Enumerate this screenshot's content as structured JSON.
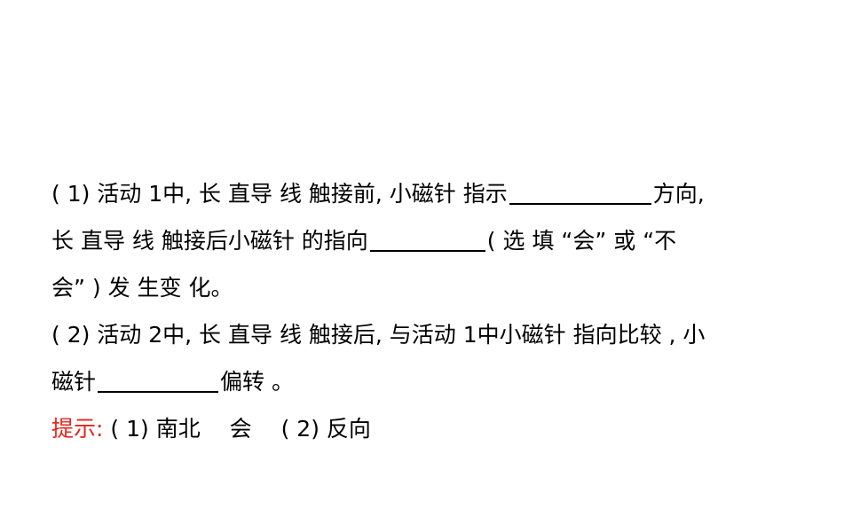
{
  "question1": {
    "line1_pre": "( 1) 活动 1中, 长 直导 线 触接前, 小磁针 指示",
    "line1_post": "方向,",
    "line2_pre": "长 直导 线 触接后小磁针 的指向",
    "line2_post": "( 选 填 “会” 或 “不",
    "line3": "会” ) 发 生变 化。"
  },
  "question2": {
    "line1": "( 2) 活动 2中, 长 直导 线 触接后, 与活动 1中小磁针 指向比较 , 小",
    "line2_pre": "磁针",
    "line2_post": "偏转 。"
  },
  "hint": {
    "label": "提示:",
    "answer": " ( 1) 南北 　会 　( 2) 反向"
  },
  "colors": {
    "text": "#000000",
    "hint": "#e8241d",
    "background": "#ffffff"
  }
}
